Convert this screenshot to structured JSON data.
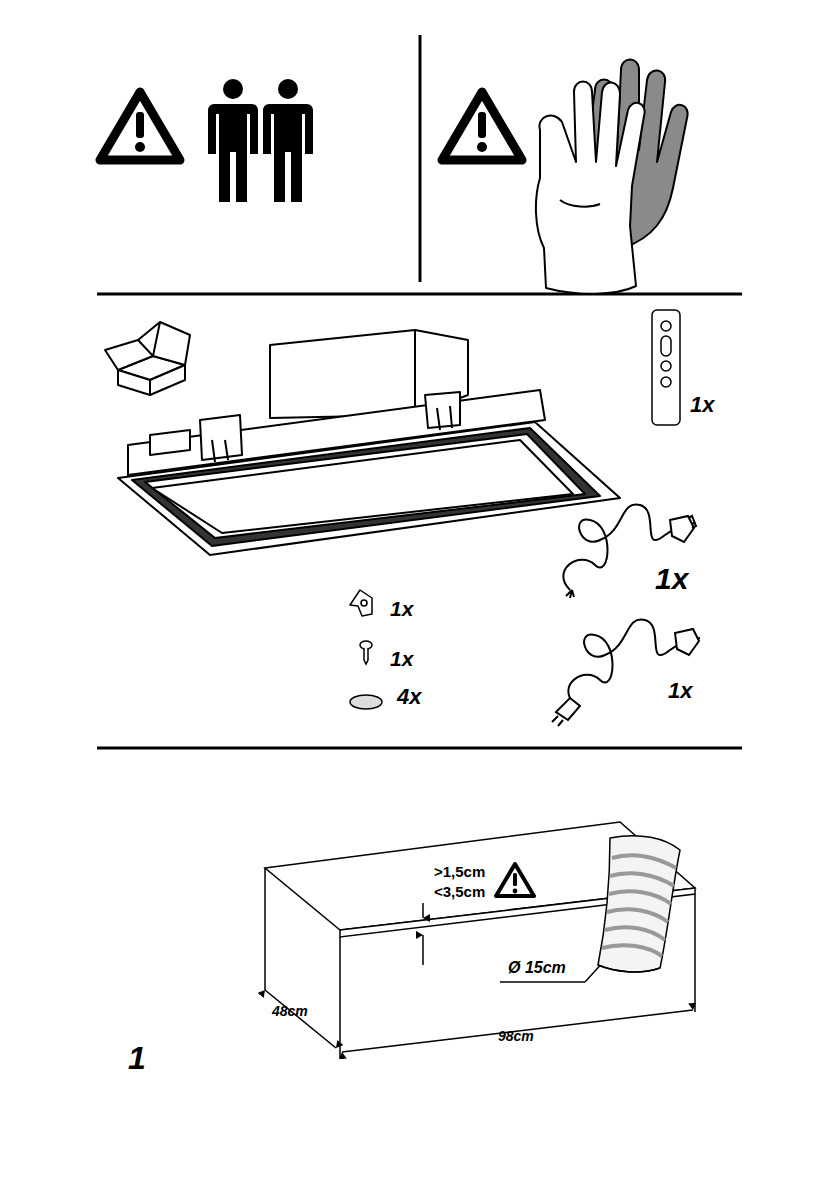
{
  "diagram": {
    "labels": [
      "1x",
      "1x",
      "1x",
      "1x",
      "4x",
      "1x",
      ">1,5cm",
      "<3,5cm",
      "Ø 15cm",
      "48cm",
      "98cm",
      "1"
    ]
  }
}
